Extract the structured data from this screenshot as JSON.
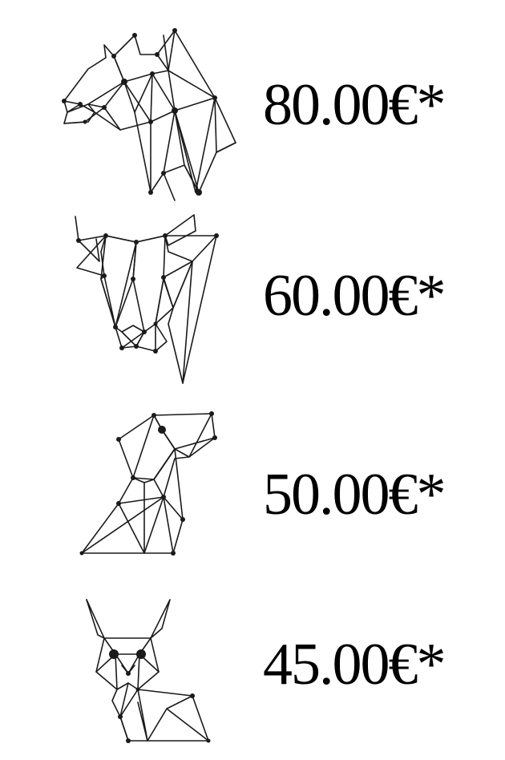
{
  "items": [
    {
      "animal": "horse-head-icon",
      "price": "80.00€*"
    },
    {
      "animal": "bull-head-icon",
      "price": "60.00€*"
    },
    {
      "animal": "dog-icon",
      "price": "50.00€*"
    },
    {
      "animal": "fox-icon",
      "price": "45.00€*"
    }
  ]
}
